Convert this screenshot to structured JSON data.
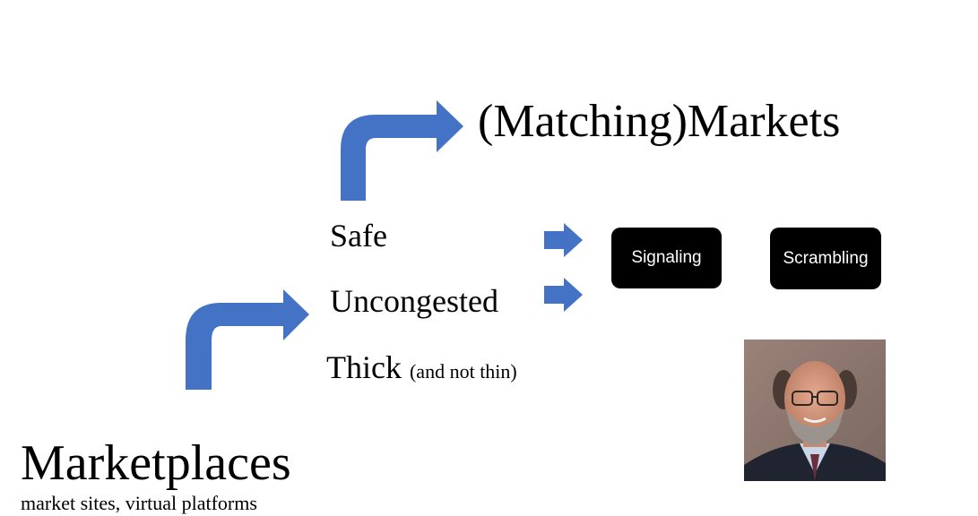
{
  "heading": "(Matching)Markets",
  "features": {
    "safe": "Safe",
    "uncongested": "Uncongested",
    "thick": "Thick",
    "thick_note": "(and not thin)"
  },
  "tags": {
    "signaling": "Signaling",
    "scrambling": "Scrambling"
  },
  "bottom": {
    "title": "Marketplaces",
    "subtitle": "market sites, virtual platforms"
  },
  "colors": {
    "arrow": "#4472C4",
    "tag_bg": "#000000",
    "tag_text": "#ffffff"
  },
  "icons": [
    "bent-arrow-icon",
    "right-arrow-icon",
    "portrait-photo"
  ]
}
